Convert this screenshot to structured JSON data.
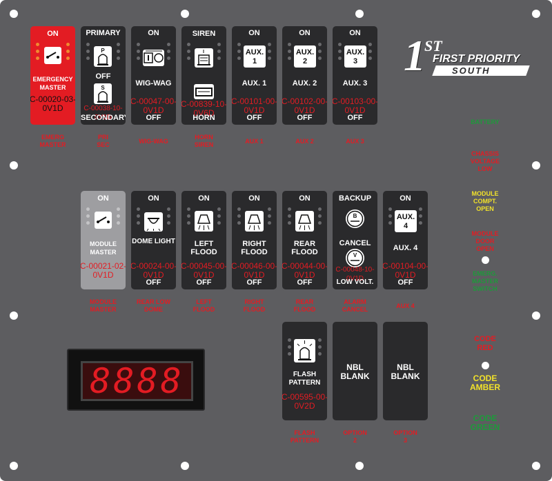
{
  "brand": {
    "one": "1",
    "st": "ST",
    "line1": "FIRST PRIORITY",
    "line2": "SOUTH"
  },
  "row1": [
    {
      "top": "ON",
      "mid1": "EMERGENCY",
      "mid2": "MASTER",
      "part": "C-00020-03-0V1D",
      "bot": ""
    },
    {
      "top": "PRIMARY",
      "mid": "OFF",
      "part": "C-00038-10-0V1D",
      "bot": "SECONDARY"
    },
    {
      "top": "ON",
      "mid": "WIG-WAG",
      "part": "C-00047-00-0V1D",
      "bot": "OFF"
    },
    {
      "top": "SIREN",
      "part": "C-00839-10-0V6D",
      "bot": "HORN"
    },
    {
      "top": "ON",
      "aux": "AUX.",
      "auxn": "1",
      "name": "AUX. 1",
      "part": "C-00101-00-0V1D",
      "bot": "OFF"
    },
    {
      "top": "ON",
      "aux": "AUX.",
      "auxn": "2",
      "name": "AUX. 2",
      "part": "C-00102-00-0V1D",
      "bot": "OFF"
    },
    {
      "top": "ON",
      "aux": "AUX.",
      "auxn": "3",
      "name": "AUX. 3",
      "part": "C-00103-00-0V1D",
      "bot": "OFF"
    }
  ],
  "row1_labels": [
    [
      "EMERG",
      "MASTER"
    ],
    [
      "PRI",
      "SEC"
    ],
    [
      "WIG-WAG",
      ""
    ],
    [
      "HORN",
      "SIREN"
    ],
    [
      "AUX 1",
      ""
    ],
    [
      "AUX 2",
      ""
    ],
    [
      "AUX 3",
      ""
    ]
  ],
  "row2": [
    {
      "top": "ON",
      "mid1": "MODULE",
      "mid2": "MASTER",
      "part": "C-00021-02-0V1D",
      "bot": ""
    },
    {
      "top": "ON",
      "mid1": "DOME LIGHT",
      "mid2": "",
      "part": "C-00024-00-0V1D",
      "bot": "OFF"
    },
    {
      "top": "ON",
      "mid1": "LEFT",
      "mid2": "FLOOD",
      "part": "C-00045-00-0V1D",
      "bot": "OFF"
    },
    {
      "top": "ON",
      "mid1": "RIGHT",
      "mid2": "FLOOD",
      "part": "C-00046-00-0V1D",
      "bot": "OFF"
    },
    {
      "top": "ON",
      "mid1": "REAR",
      "mid2": "FLOOD",
      "part": "C-00044-00-0V1D",
      "bot": "OFF"
    },
    {
      "top": "BACKUP",
      "mid1": "CANCEL",
      "mid2": "",
      "part": "C-00048-10-0V1D",
      "bot": "LOW VOLT."
    },
    {
      "top": "ON",
      "aux": "AUX.",
      "auxn": "4",
      "mid1": "AUX. 4",
      "mid2": "",
      "part": "C-00104-00-0V1D",
      "bot": "OFF"
    }
  ],
  "row2_labels": [
    [
      "MODULE",
      "MASTER"
    ],
    [
      "REAR LOW",
      "DOME"
    ],
    [
      "LEFT",
      "FLOOD"
    ],
    [
      "RIGHT",
      "FLOOD"
    ],
    [
      "REAR",
      "FLOOD"
    ],
    [
      "ALARM",
      "CANCEL"
    ],
    [
      "AUX 4",
      ""
    ]
  ],
  "row3": [
    {
      "mid1": "FLASH",
      "mid2": "PATTERN",
      "part": "C-00595-00-0V2D"
    },
    {
      "mid1": "NBL",
      "mid2": "BLANK"
    },
    {
      "mid1": "NBL",
      "mid2": "BLANK"
    }
  ],
  "row3_labels": [
    [
      "FLASH",
      "PATTERN"
    ],
    [
      "OPTION",
      "2"
    ],
    [
      "OPTION",
      "3"
    ]
  ],
  "indicators": [
    {
      "l1": "BATTERY",
      "l2": "",
      "l3": "",
      "color": "#1d9a3a"
    },
    {
      "l1": "CHASSIS",
      "l2": "VOLTAGE",
      "l3": "LOW",
      "color": "#e31c23"
    },
    {
      "l1": "MODULE",
      "l2": "COMPT.",
      "l3": "OPEN",
      "color": "#f2e22a"
    },
    {
      "l1": "MODULE",
      "l2": "DOOR",
      "l3": "OPEN",
      "color": "#e31c23"
    },
    {
      "l1": "EMERG.",
      "l2": "MASTER",
      "l3": "SWITCH",
      "color": "#1d9a3a"
    }
  ],
  "codes": [
    {
      "l1": "CODE",
      "l2": "RED",
      "color": "#e31c23"
    },
    {
      "l1": "CODE",
      "l2": "AMBER",
      "color": "#f2e22a"
    },
    {
      "l1": "CODE",
      "l2": "GREEN",
      "color": "#1d9a3a"
    }
  ],
  "display": {
    "digits": "8888",
    "color": "#e31c23"
  }
}
